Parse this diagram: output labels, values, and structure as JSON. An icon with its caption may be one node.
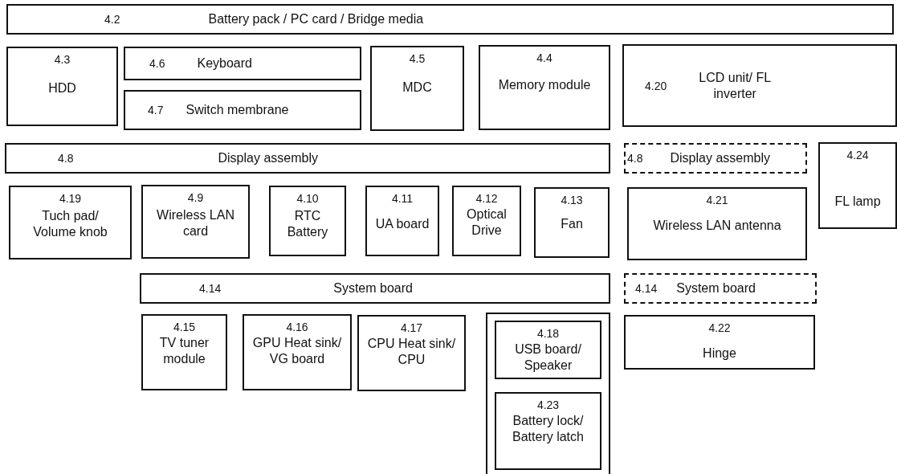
{
  "diagram": {
    "nodes": [
      {
        "text": [
          "4.2",
          "Battery pack / PC card / Bridge media"
        ]
      },
      {
        "text": [
          "4.3",
          "HDD"
        ]
      },
      {
        "text": [
          "4.6",
          "Keyboard"
        ]
      },
      {
        "text": [
          "4.7",
          "Switch membrane"
        ]
      },
      {
        "text": [
          "4.5",
          "MDC"
        ]
      },
      {
        "text": [
          "4.4",
          "Memory module"
        ]
      },
      {
        "text": [
          "4.20",
          "LCD unit/ FL inverter"
        ]
      },
      {
        "text": [
          "4.8",
          "Display assembly"
        ]
      },
      {
        "text": [
          "4.8",
          "Display assembly"
        ]
      },
      {
        "text": [
          "4.24",
          "FL lamp"
        ]
      },
      {
        "text": [
          "4.19",
          "Tuch pad/ Volume knob"
        ]
      },
      {
        "text": [
          "4.9",
          "Wireless LAN card"
        ]
      },
      {
        "text": [
          "4.10",
          "RTC Battery"
        ]
      },
      {
        "text": [
          "4.11",
          "UA board"
        ]
      },
      {
        "text": [
          "4.12",
          "Optical Drive"
        ]
      },
      {
        "text": [
          "4.13",
          "Fan"
        ]
      },
      {
        "text": [
          "4.21",
          "Wireless LAN antenna"
        ]
      },
      {
        "text": [
          "4.14",
          "System board"
        ]
      },
      {
        "text": [
          "4.14",
          "System board"
        ]
      },
      {
        "text": [
          "4.15",
          "TV tuner module"
        ]
      },
      {
        "text": [
          "4.16",
          "GPU Heat sink/ VG board"
        ]
      },
      {
        "text": [
          "4.17",
          "CPU Heat sink/ CPU"
        ]
      },
      {
        "text": [],
        "shape": "box"
      },
      {
        "text": [
          "4.18",
          "USB board/ Speaker"
        ],
        "in": 22
      },
      {
        "text": [
          "4.23",
          "Battery lock/ Battery latch"
        ],
        "in": 22
      },
      {
        "text": [
          "4.22",
          "Hinge"
        ]
      }
    ]
  }
}
